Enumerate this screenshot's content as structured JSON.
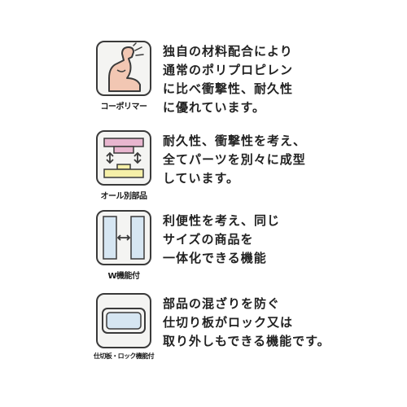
{
  "colors": {
    "skin": "#f2c7b3",
    "pink": "#e8b6cf",
    "blue_panel": "#d6e6f2",
    "outline": "#3a3a3a"
  },
  "features": [
    {
      "icon": "flexed-arm-icon",
      "label": "コーポリマー",
      "lines": [
        "独自の材料配合により",
        "通常のポリプロピレン",
        "に比べ衝撃性、耐久性",
        "に優れています。"
      ]
    },
    {
      "icon": "separate-parts-icon",
      "label": "オール別部品",
      "lines": [
        "耐久性、衝撃性を考え、",
        "全てパーツを別々に成型",
        "しています。"
      ]
    },
    {
      "icon": "double-panel-icon",
      "label": "W機能付",
      "lines": [
        "利便性を考え、同じ",
        "サイズの商品を",
        "一体化できる機能"
      ]
    },
    {
      "icon": "divider-lock-icon",
      "label": "仕切板・ロック機能付",
      "lines": [
        "部品の混ざりを防ぐ",
        "仕切り板がロック又は",
        "取り外しもできる機能です。"
      ]
    }
  ]
}
